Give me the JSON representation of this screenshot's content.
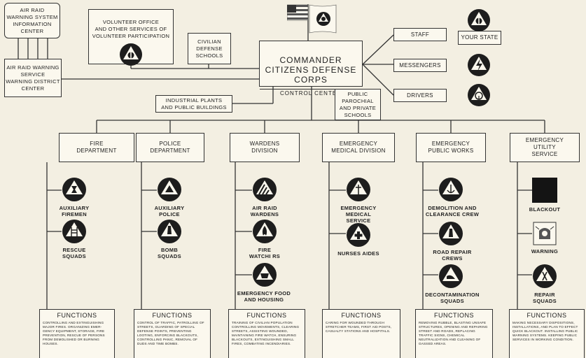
{
  "top": {
    "air_raid_center": "AIR RAID\nWARNING SYSTEM\nINFORMATION\nCENTER",
    "district_center": "AIR RAID WARNING\nSERVICE\nWARNING DISTRICT\nCENTER",
    "volunteer_office": "VOLUNTEER OFFICE\nAND OTHER SERVICES OF\nVOLUNTEER PARTICIPATION",
    "civilian_schools": "CIVILIAN\nDEFENSE\nSCHOOLS",
    "commander_title": "COMMANDER\nCITIZENS DEFENSE\nCORPS",
    "control_center": "CONTROL CENTER",
    "industrial": "INDUSTRIAL PLANTS\nAND PUBLIC BUILDINGS",
    "schools": "PUBLIC\nPAROCHIAL\nAND PRIVATE\nSCHOOLS",
    "staff": "STAFF",
    "messengers": "MESSENGERS",
    "drivers": "DRIVERS",
    "your_state": "YOUR STATE"
  },
  "divisions": [
    {
      "title": "FIRE\nDEPARTMENT",
      "units": [
        {
          "label": "AUXILIARY\nFIREMEN",
          "icon": "firemen-insignia-icon"
        },
        {
          "label": "RESCUE\nSQUADS",
          "icon": "rescue-insignia-icon"
        }
      ],
      "functions_title": "FUNCTIONS",
      "functions_text": "Controlling and extinguishing major fires. Organizing emer-gency equipment, storage, fire prevention, rescue of persons from demolished or burning houses."
    },
    {
      "title": "POLICE\nDEPARTMENT",
      "units": [
        {
          "label": "AUXILIARY\nPOLICE",
          "icon": "police-insignia-icon"
        },
        {
          "label": "BOMB\nSQUADS",
          "icon": "bomb-squad-insignia-icon"
        }
      ],
      "functions_title": "FUNCTIONS",
      "functions_text": "Control of traffic, patrolling of streets, guarding of special defense points, preventing looting, enforcing blackouts, controlling panic, removal of duds and time bombs."
    },
    {
      "title": "WARDENS\nDIVISION",
      "units": [
        {
          "label": "AIR RAID\nWARDENS",
          "icon": "warden-insignia-icon"
        },
        {
          "label": "FIRE\nWATCHI RS",
          "icon": "fire-watcher-insignia-icon"
        },
        {
          "label": "EMERGENCY FOOD\nAND HOUSING",
          "icon": "food-housing-insignia-icon"
        }
      ],
      "functions_title": "FUNCTIONS",
      "functions_text": "Training of civilian population controlling movements, clearing streets, assisting wounded, maintaining fire watch, ensuring blackouts, extinguishing small fires, combating incendiaries."
    },
    {
      "title": "EMERGENCY\nMEDICAL DIVISION",
      "units": [
        {
          "label": "EMERGENCY MEDICAL\nSERVICE",
          "icon": "medical-insignia-icon"
        },
        {
          "label": "NURSES AIDES",
          "icon": "nurses-insignia-icon"
        }
      ],
      "functions_title": "FUNCTIONS",
      "functions_text": "Caring for wounded through stretcher teams, first aid posts, casualty stations and hospitals."
    },
    {
      "title": "EMERGENCY\nPUBLIC WORKS",
      "units": [
        {
          "label": "DEMOLITION AND\nCLEARANCE CREW",
          "icon": "demolition-insignia-icon"
        },
        {
          "label": "ROAD REPAIR\nCREWS",
          "icon": "road-repair-insignia-icon"
        },
        {
          "label": "DECONTAMINATION\nSQUADS",
          "icon": "decontamination-insignia-icon"
        }
      ],
      "functions_title": "FUNCTIONS",
      "functions_text": "Removing rubble, blasting unsafe structures, opening and repairing street and roads, replacing traffic signs, chemical neutralization and cleaning of gassed areas."
    },
    {
      "title": "EMERGENCY\nUTILITY\nSERVICE",
      "units": [
        {
          "label": "BLACKOUT",
          "icon": "blackout-square-icon"
        },
        {
          "label": "WARNING",
          "icon": "warning-siren-icon"
        },
        {
          "label": "REPAIR\nSQUADS",
          "icon": "repair-insignia-icon"
        }
      ],
      "functions_title": "FUNCTIONS",
      "functions_text": "Making necessary dispositions, installations, and plan to effect quick blackout. Installing public warning systems. Keeping public services in working condition."
    }
  ]
}
